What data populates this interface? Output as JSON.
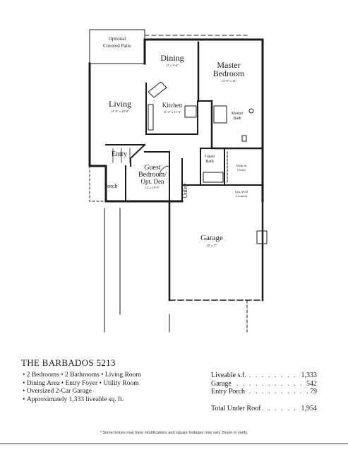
{
  "plan": {
    "rooms": {
      "optional_patio": {
        "line1": "Optional",
        "line2": "Covered Patio"
      },
      "dining": {
        "name": "Dining",
        "dims": "12' x 9'-6\""
      },
      "master_bedroom": {
        "line1": "Master",
        "line2": "Bedroom",
        "dims": "13'-8\" x 14'"
      },
      "living": {
        "name": "Living",
        "dims": "13'-6\" x 18'-8\""
      },
      "kitchen": {
        "name": "Kitchen",
        "dims": "11'-2\" x 11'-3\""
      },
      "master_bath": {
        "line1": "Master",
        "line2": "Bath"
      },
      "entry": {
        "name": "Entry"
      },
      "guest_bath": {
        "line1": "Guest",
        "line2": "Bath"
      },
      "walk_in_closet": {
        "line1": "Walk-in",
        "line2": "Closet"
      },
      "guest_bedroom": {
        "line1": "Guest",
        "line2": "Bedroom/",
        "line3": "Opt. Den",
        "dims": "12' x 10'-6\""
      },
      "porch": {
        "name": "Porch"
      },
      "utility": {
        "name": "Utility"
      },
      "washer_dryer": {
        "line1": "Opt. W/D",
        "line2": "Location"
      },
      "garage": {
        "name": "Garage",
        "dims": "20' x 27'"
      }
    }
  },
  "title": "THE BARBADOS 5213",
  "features": [
    "2 Bedrooms • 2 Bathrooms • Living Room",
    "Dining Area • Entry Foyer • Utility Room",
    "Oversized 2-Car Garage",
    "Approximately 1,333 liveable sq. ft."
  ],
  "areas": [
    {
      "label": "Liveable s.f.",
      "value": "1,333"
    },
    {
      "label": "Garage",
      "value": "542"
    },
    {
      "label": "Entry Porch",
      "value": "79"
    }
  ],
  "total": {
    "label": "Total Under Roof",
    "value": "1,954"
  },
  "disclaimer": "* Some homes may have modifications and square footages may vary. Buyer to verify."
}
